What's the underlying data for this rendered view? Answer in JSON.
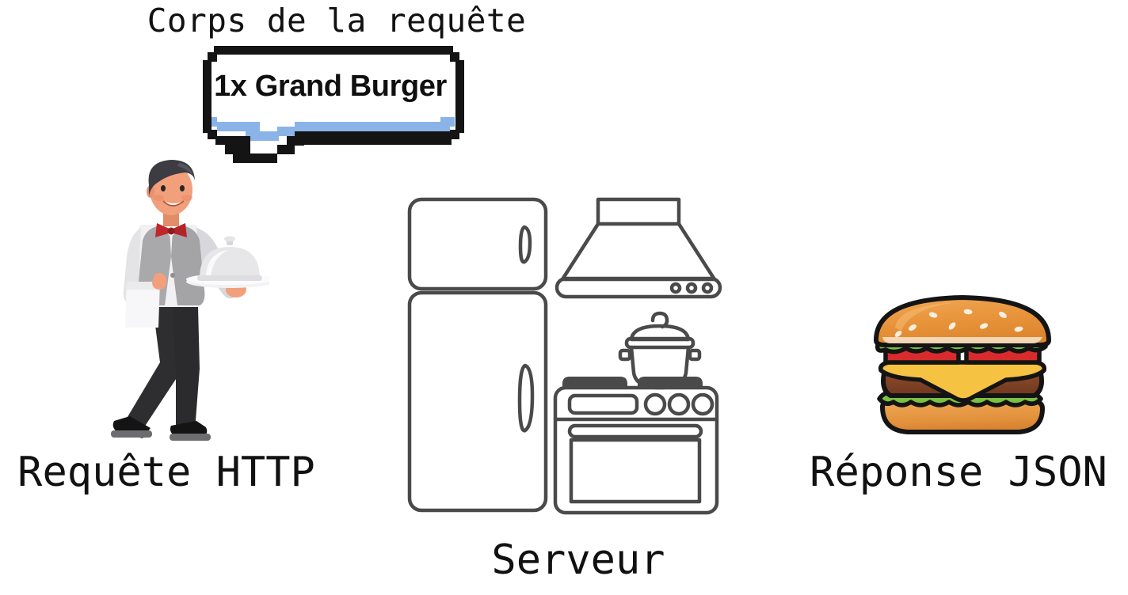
{
  "diagram": {
    "language": "fr",
    "background_color": "#ffffff",
    "bubble_title": "Corps de la requête",
    "bubble_text": "1x Grand Burger",
    "captions": {
      "request": "Requête HTTP",
      "response": "Réponse JSON",
      "server": "Serveur"
    },
    "icons": {
      "waiter": "waiter-icon",
      "kitchen": "kitchen-icon",
      "burger": "burger-icon",
      "speech_bubble": "speech-bubble-icon",
      "fridge": "fridge-icon",
      "range_hood": "range-hood-icon",
      "oven": "oven-icon",
      "pot": "cooking-pot-icon",
      "cloche": "serving-cloche-icon"
    },
    "colors": {
      "text": "#111111",
      "bubble_border": "#111111",
      "bubble_shadow_blue": "#8ab4e8",
      "bubble_fill": "#ffffff",
      "line_art": "#4a4a4a",
      "vest_gray": "#a8a8a8",
      "shirt_white": "#f0f0f0",
      "bowtie_red": "#c0272d",
      "skin": "#f2a07b",
      "hair_dark": "#3c3c42",
      "trousers_dark": "#2e2e30",
      "bun_orange": "#e8943a",
      "bun_light": "#f0aa52",
      "lettuce_green": "#7cc142",
      "tomato_red": "#d92b2b",
      "cheese_yellow": "#f5c242",
      "patty_brown": "#8a4a2a",
      "outline_black": "#111111"
    }
  }
}
